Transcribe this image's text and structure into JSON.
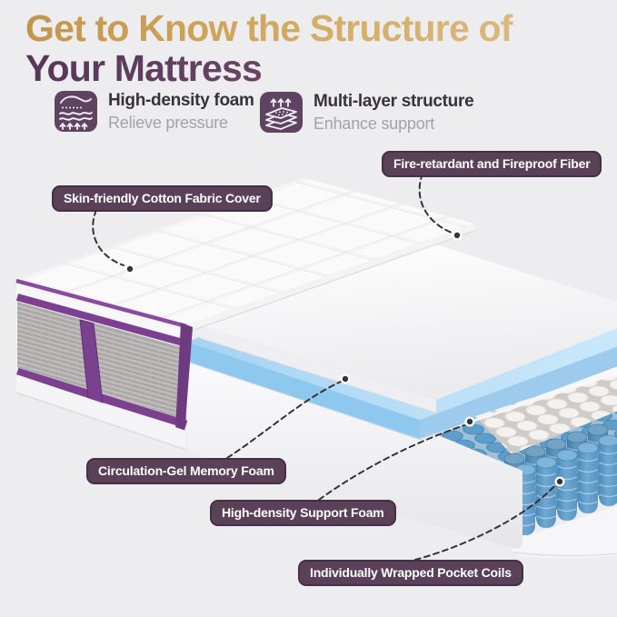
{
  "header": {
    "title_line1": "Get to Know the Structure of",
    "title_line2": "Your Mattress"
  },
  "features": [
    {
      "icon": "foam-pressure-icon",
      "title": "High-density foam",
      "subtitle": "Relieve pressure"
    },
    {
      "icon": "multi-layer-icon",
      "title": "Multi-layer structure",
      "subtitle": "Enhance support"
    }
  ],
  "labels": [
    {
      "id": "cover",
      "text": "Skin-friendly Cotton Fabric Cover"
    },
    {
      "id": "fiber",
      "text": "Fire-retardant and Fireproof Fiber"
    },
    {
      "id": "gel",
      "text": "Circulation-Gel Memory Foam"
    },
    {
      "id": "support",
      "text": "High-density Support Foam"
    },
    {
      "id": "coils",
      "text": "Individually Wrapped Pocket Coils"
    }
  ],
  "colors": {
    "background": "#EDECEE",
    "title_gold_start": "#C69A4E",
    "title_gold_end": "#DCBE85",
    "title_purple": "#5C3B60",
    "label_pill": "#5A4157",
    "trim_purple": "#7B4190",
    "coil_blue": "#5E9ECB",
    "gel_blue": "#AFD9F4",
    "icon_bg": "#5F4461"
  }
}
